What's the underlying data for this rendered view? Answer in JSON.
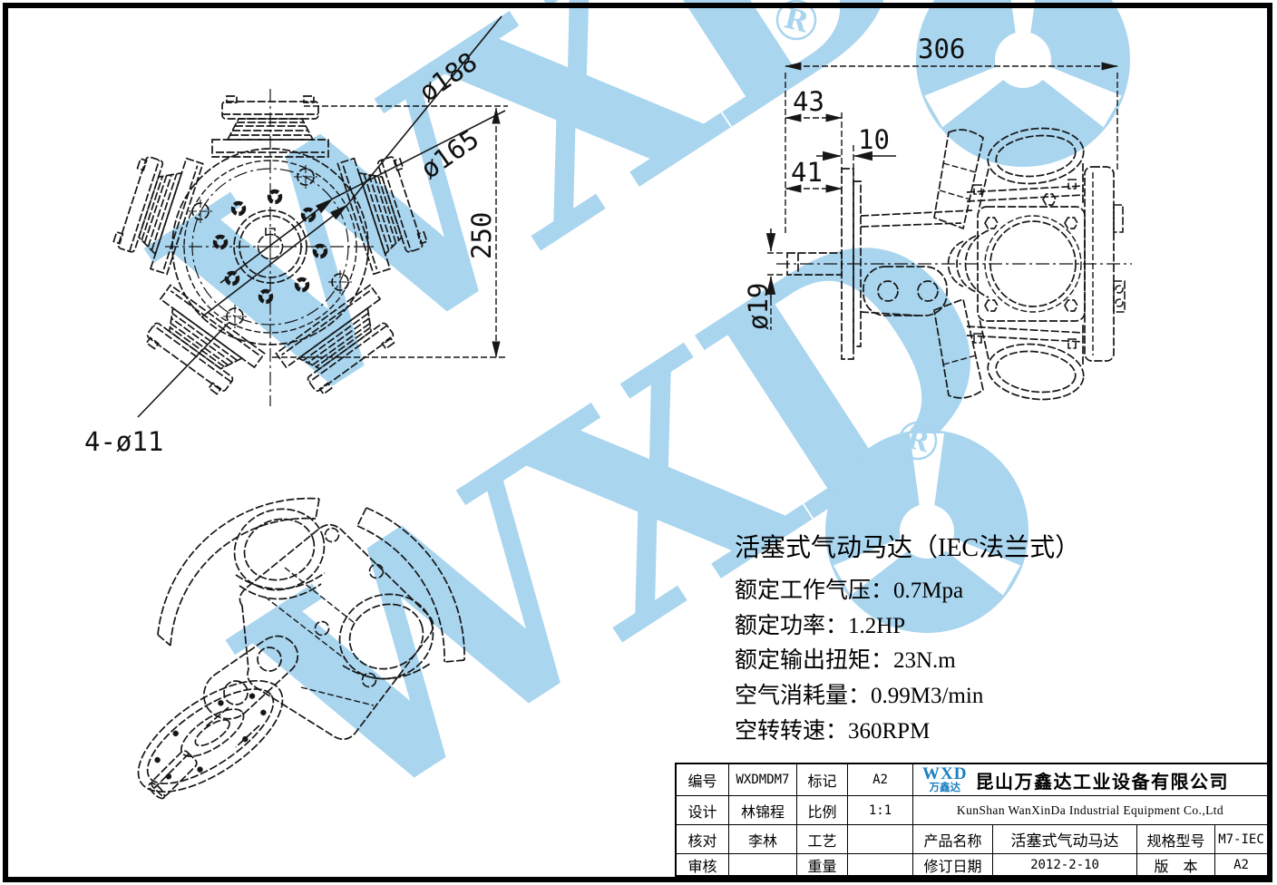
{
  "watermark": {
    "letters": "WXD",
    "registered": "R",
    "color": "#a9d5ef"
  },
  "colors": {
    "watermark_blue": "#a9d5ef",
    "logo_blue": "#1b7ec2",
    "line_black": "#161616"
  },
  "dimensions": {
    "front": {
      "flange_od": "ø188",
      "bolt_circle": "ø165",
      "overall_height": "250",
      "mount_holes": "4-ø11"
    },
    "side": {
      "overall_length": "306",
      "front_section": "43",
      "flange_thickness": "10",
      "shaft_length": "41",
      "shaft_diameter": "ø19"
    }
  },
  "specs": {
    "title": "活塞式气动马达（IEC法兰式）",
    "lines": [
      "额定工作气压：0.7Mpa",
      "额定功率：1.2HP",
      "额定输出扭矩：23N.m",
      "空气消耗量：0.99M3/min",
      "空转转速：360RPM"
    ]
  },
  "title_block": {
    "serial_label": "编号",
    "serial_value": "WXDMDM7",
    "mark_label": "标记",
    "mark_value": "A2",
    "design_label": "设计",
    "design_value": "林锦程",
    "scale_label": "比例",
    "scale_value": "1:1",
    "check_label": "核对",
    "check_value": "李林",
    "process_label": "工艺",
    "process_value": "",
    "audit_label": "审核",
    "audit_value": "",
    "weight_label": "重量",
    "weight_value": "",
    "product_label": "产品名称",
    "product_value": "活塞式气动马达",
    "model_label": "规格型号",
    "model_value": "M7-IEC",
    "date_label": "修订日期",
    "date_value": "2012-2-10",
    "version_label": "版　本",
    "version_value": "A2",
    "logo": {
      "wxd": "WXD",
      "sub": "万鑫达"
    },
    "company_cn": "昆山万鑫达工业设备有限公司",
    "company_en": "KunShan WanXinDa Industrial Equipment Co.,Ltd"
  }
}
